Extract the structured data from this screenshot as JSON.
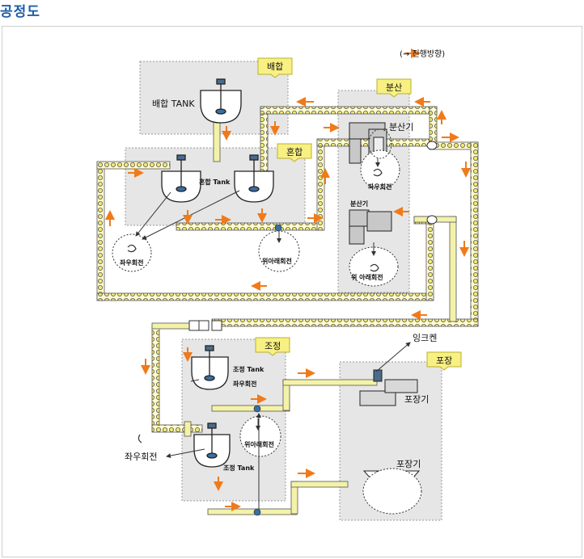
{
  "page": {
    "title": "공정도"
  },
  "legend": {
    "text": "(→ 진행방향)"
  },
  "sections": {
    "mix": "배합",
    "blend": "혼합",
    "disperse": "분산",
    "adjust": "조정",
    "pack": "포장"
  },
  "labels": {
    "mix_tank": "배합 TANK",
    "blend_tank": "혼합 Tank",
    "disperser1": "분산기",
    "disperser2": "분산기",
    "adjust_tank1": "조정 Tank",
    "adjust_tank2": "조정 Tank",
    "ink_can": "잉크켄",
    "packer1": "포장기",
    "packer2": "포장기",
    "lr_rotation": "좌우회전",
    "ud_rotation": "위아래회전",
    "ud_rotation_spaced": "위 아래회전"
  },
  "colors": {
    "title": "#1f5ea8",
    "arrow": "#f07a1a",
    "pipe": "#f4f2a8",
    "tag": "#f8f082",
    "zone": "#e6e6e6"
  }
}
